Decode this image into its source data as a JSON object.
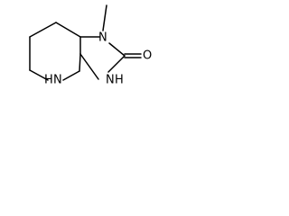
{
  "molecule": {
    "atoms": {
      "n_methyl": "N",
      "n_nh": "N",
      "h_nh": "H",
      "n_ring": "N",
      "h_ring": "H",
      "oxygen": "O"
    }
  }
}
